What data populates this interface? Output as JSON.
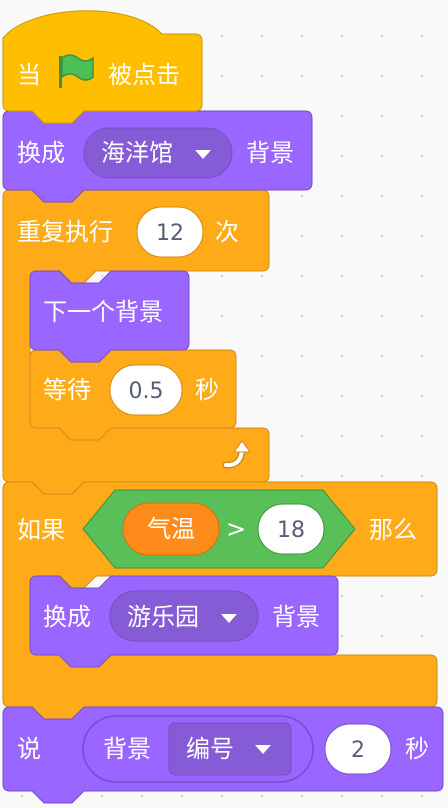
{
  "colors": {
    "events": "#ffbf00",
    "events_edge": "#cc9900",
    "looks": "#9966ff",
    "looks_edge": "#774dcb",
    "looks_dark": "#855cd6",
    "control": "#ffab19",
    "control_edge": "#cf8b17",
    "operators": "#59c059",
    "operators_edge": "#389438",
    "sensing": "#ff8c1a",
    "sensing_edge": "#db6e00",
    "flag": "#4cbf56"
  },
  "blocks": {
    "hat": {
      "label_1": "当",
      "icon": "green-flag-icon",
      "label_2": "被点击"
    },
    "switch_backdrop_1": {
      "label": "换成",
      "menu_value": "海洋馆",
      "suffix": "背景"
    },
    "repeat": {
      "label": "重复执行",
      "count": "12",
      "suffix": "次",
      "loop_icon": "loop-arrow-icon"
    },
    "next_backdrop": {
      "label": "下一个背景"
    },
    "wait": {
      "label": "等待",
      "seconds": "0.5",
      "suffix": "秒"
    },
    "if_block": {
      "label": "如果",
      "then": "那么",
      "condition": {
        "reporter": "气温",
        "operator": ">",
        "value": "18"
      }
    },
    "switch_backdrop_2": {
      "label": "换成",
      "menu_value": "游乐园",
      "suffix": "背景"
    },
    "say_for": {
      "label": "说",
      "reporter_label": "背景",
      "reporter_menu": "编号",
      "seconds": "2",
      "suffix": "秒"
    }
  }
}
